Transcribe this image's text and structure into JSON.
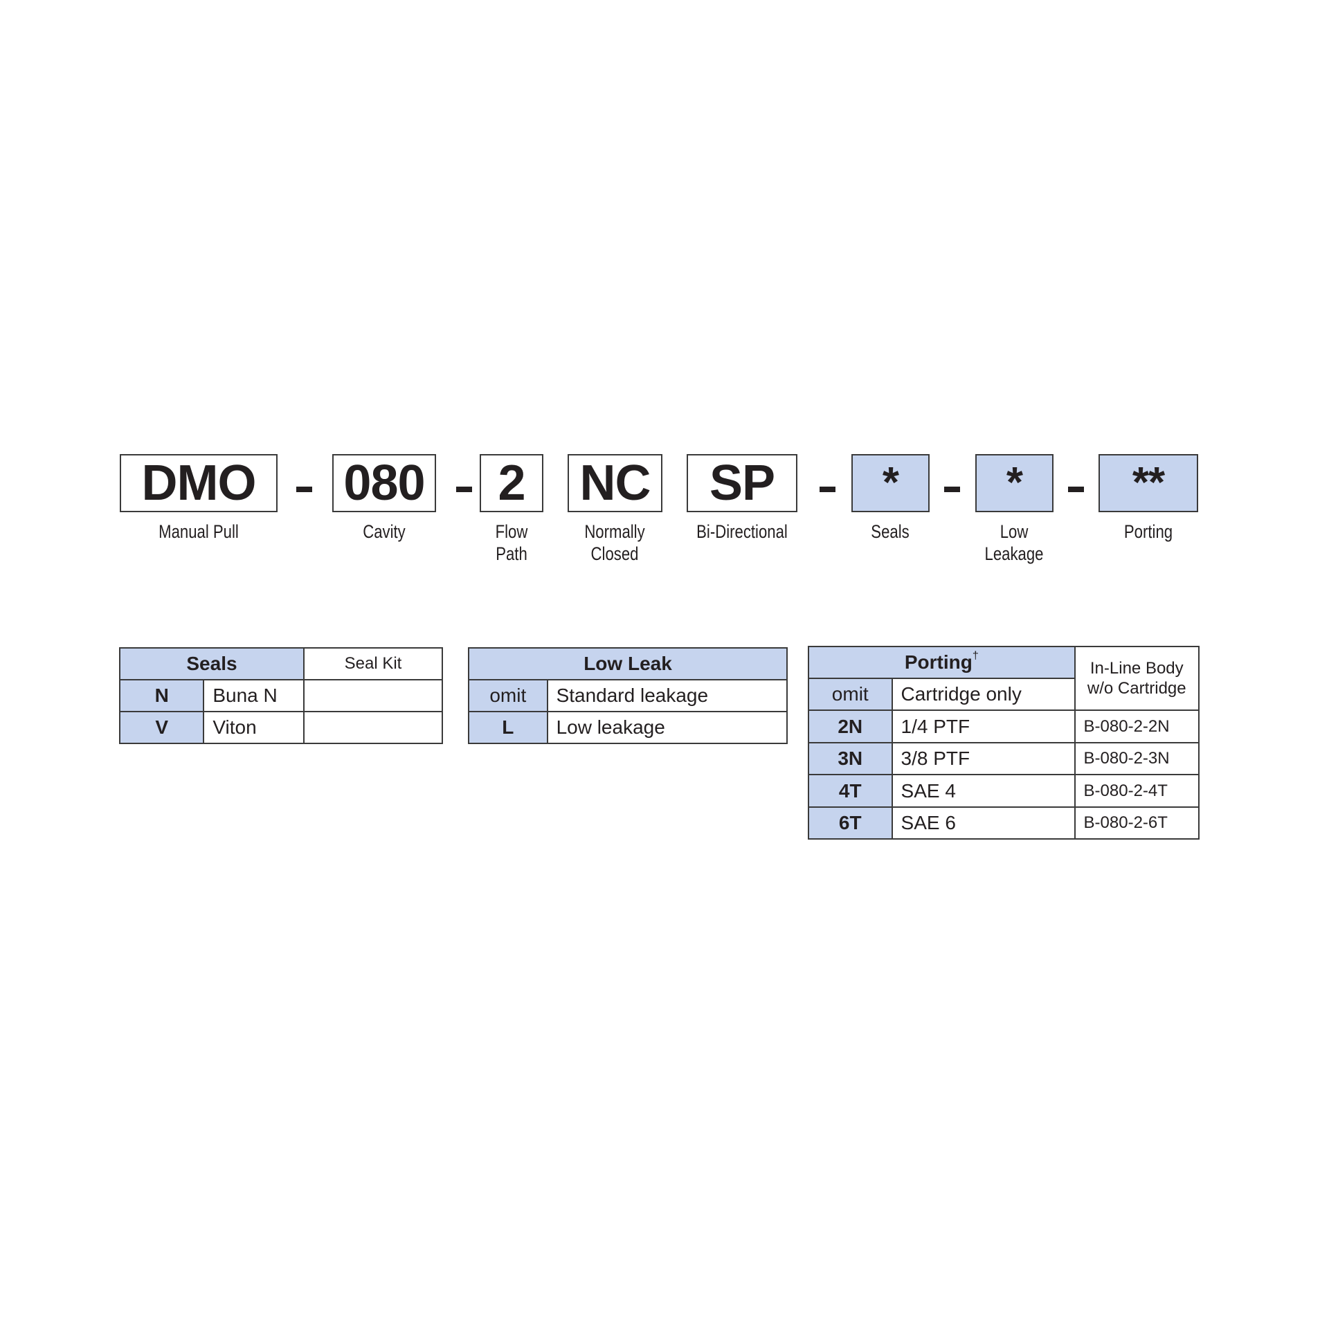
{
  "model_code": {
    "segments": [
      {
        "code": "DMO",
        "label": "Manual Pull",
        "optional": false
      },
      {
        "code": "080",
        "label": "Cavity",
        "optional": false
      },
      {
        "code": "2",
        "label": "Flow\nPath",
        "optional": false
      },
      {
        "code": "NC",
        "label": "Normally\nClosed",
        "optional": false
      },
      {
        "code": "SP",
        "label": "Bi-Directional",
        "optional": false
      },
      {
        "code": "*",
        "label": "Seals",
        "optional": true
      },
      {
        "code": "*",
        "label": "Low\nLeakage",
        "optional": true
      },
      {
        "code": "**",
        "label": "Porting",
        "optional": true
      }
    ],
    "separator": "-"
  },
  "seals_table": {
    "header": "Seals",
    "kit_header": "Seal Kit",
    "rows": [
      {
        "code": "N",
        "description": "Buna N",
        "seal_kit": ""
      },
      {
        "code": "V",
        "description": "Viton",
        "seal_kit": ""
      }
    ]
  },
  "low_leak_table": {
    "header": "Low Leak",
    "rows": [
      {
        "code": "omit",
        "description": "Standard leakage"
      },
      {
        "code": "L",
        "description": "Low leakage"
      }
    ]
  },
  "porting_table": {
    "header": "Porting",
    "header_footnote": "†",
    "body_header_line1": "In-Line Body",
    "body_header_line2": "w/o Cartridge",
    "rows": [
      {
        "code": "omit",
        "description": "Cartridge only",
        "body": ""
      },
      {
        "code": "2N",
        "description": "1/4 PTF",
        "body": "B-080-2-2N"
      },
      {
        "code": "3N",
        "description": "3/8 PTF",
        "body": "B-080-2-3N"
      },
      {
        "code": "4T",
        "description": "SAE 4",
        "body": "B-080-2-4T"
      },
      {
        "code": "6T",
        "description": "SAE 6",
        "body": "B-080-2-6T"
      }
    ]
  },
  "colors": {
    "option_fill": "#c6d4ee",
    "border": "#3a3a3a",
    "text": "#231f20"
  }
}
